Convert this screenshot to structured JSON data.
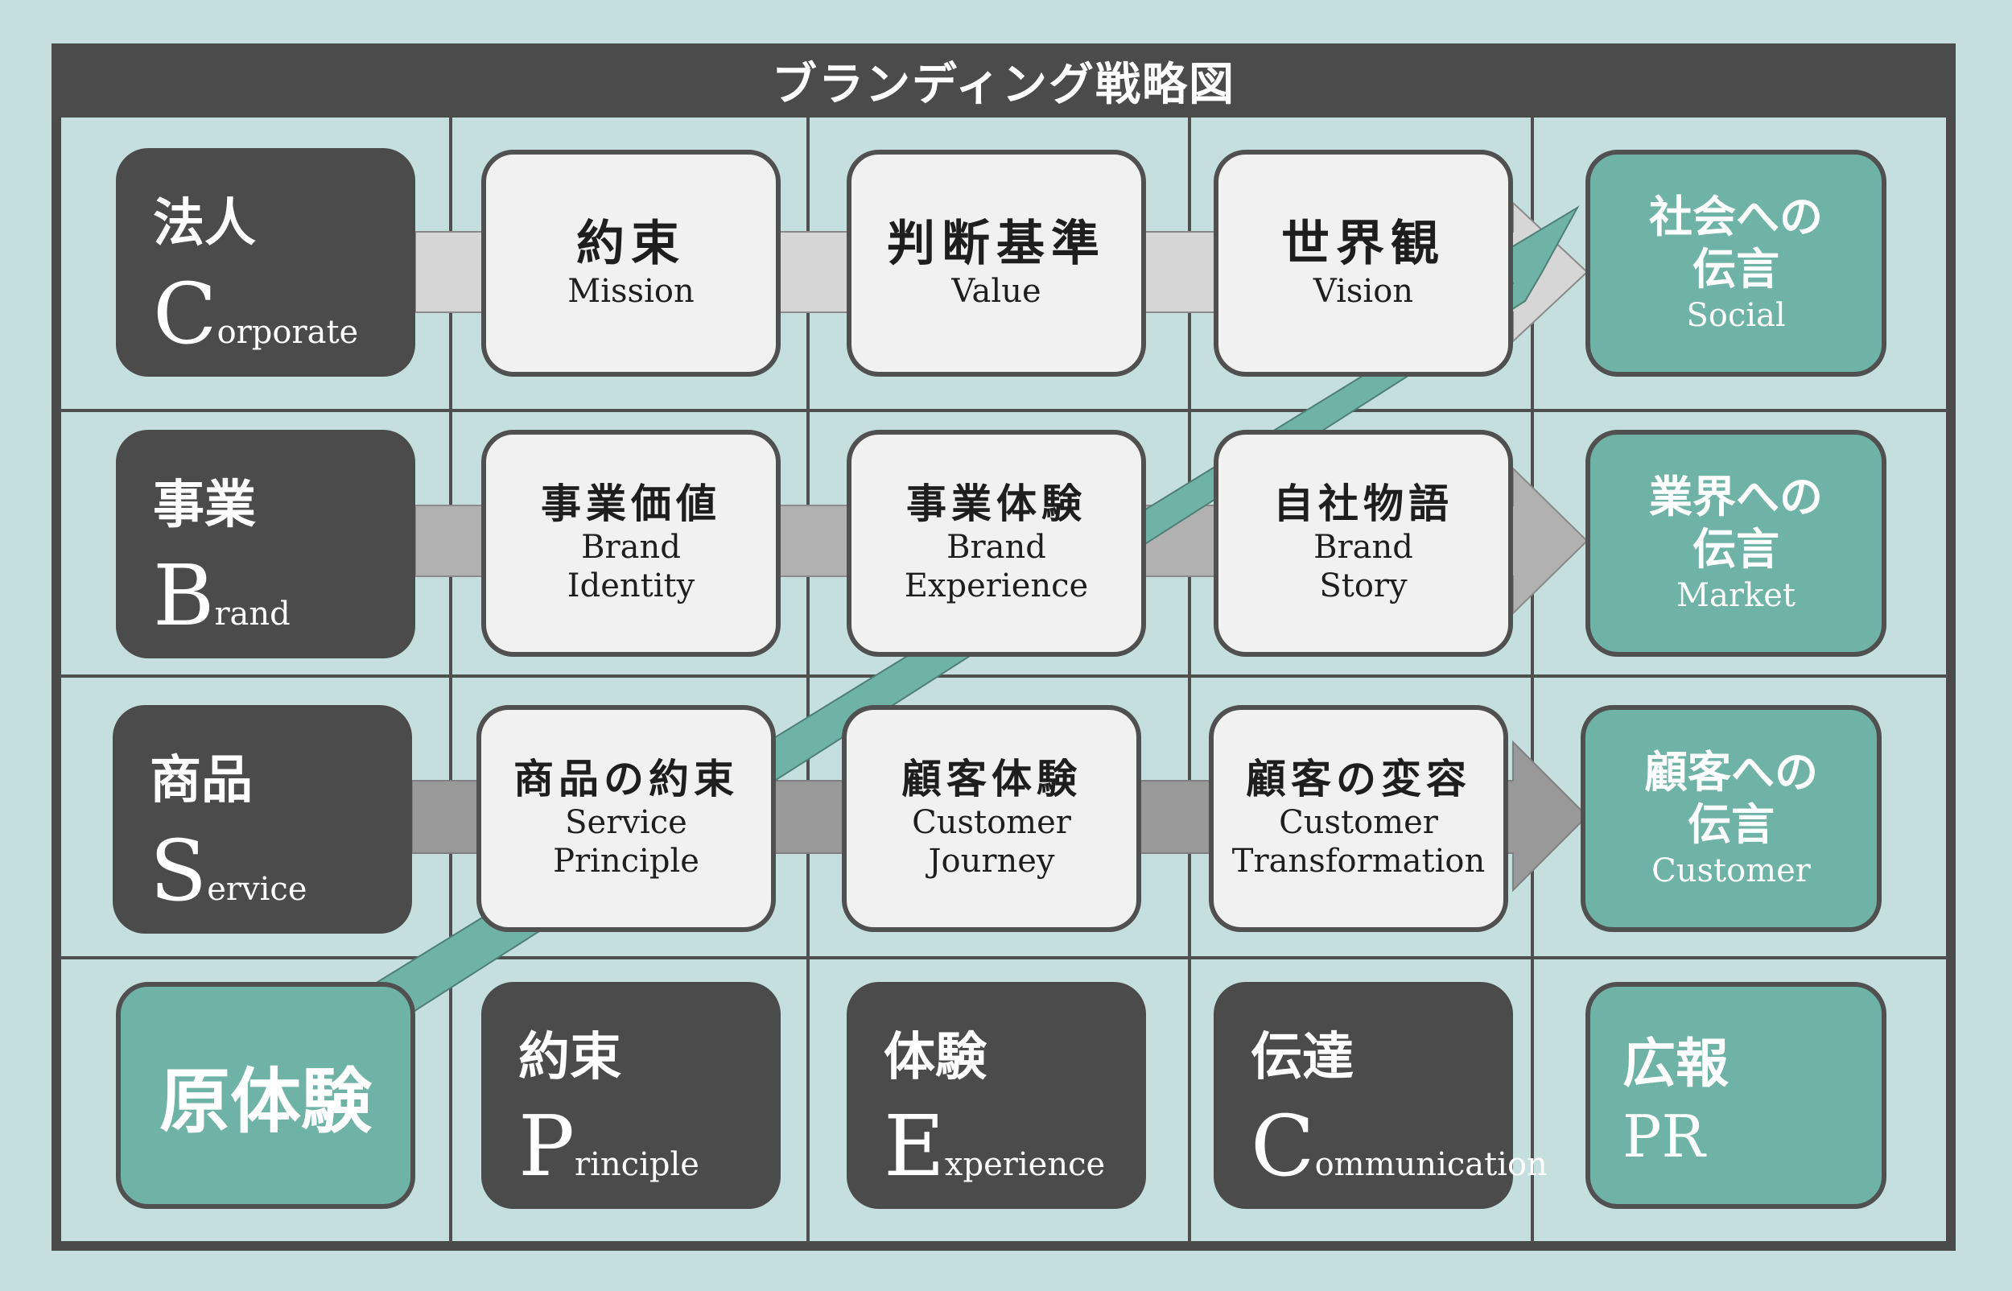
{
  "title": "ブランディング戦略図",
  "colors": {
    "dark": "#4b4b4b",
    "light": "#f1f1f1",
    "teal": "#6fb3a6",
    "background": "#c5dfdf"
  },
  "rows": [
    {
      "label_ja": "法人",
      "label_en_initial": "C",
      "label_en_rest": "orporate",
      "cells": [
        {
          "ja": "約束",
          "en": "Mission"
        },
        {
          "ja": "判断基準",
          "en": "Value"
        },
        {
          "ja": "世界観",
          "en": "Vision"
        }
      ],
      "message": {
        "ja1": "社会への",
        "ja2": "伝言",
        "en": "Social"
      }
    },
    {
      "label_ja": "事業",
      "label_en_initial": "B",
      "label_en_rest": "rand",
      "cells": [
        {
          "ja": "事業価値",
          "en1": "Brand",
          "en2": "Identity"
        },
        {
          "ja": "事業体験",
          "en1": "Brand",
          "en2": "Experience"
        },
        {
          "ja": "自社物語",
          "en1": "Brand",
          "en2": "Story"
        }
      ],
      "message": {
        "ja1": "業界への",
        "ja2": "伝言",
        "en": "Market"
      }
    },
    {
      "label_ja": "商品",
      "label_en_initial": "S",
      "label_en_rest": "ervice",
      "cells": [
        {
          "ja": "商品の約束",
          "en1": "Service",
          "en2": "Principle"
        },
        {
          "ja": "顧客体験",
          "en1": "Customer",
          "en2": "Journey"
        },
        {
          "ja": "顧客の変容",
          "en1": "Customer",
          "en2": "Transformation"
        }
      ],
      "message": {
        "ja1": "顧客への",
        "ja2": "伝言",
        "en": "Customer"
      }
    }
  ],
  "bottom": {
    "origin": "原体験",
    "cols": [
      {
        "ja": "約束",
        "initial": "P",
        "rest": "rinciple"
      },
      {
        "ja": "体験",
        "initial": "E",
        "rest": "xperience"
      },
      {
        "ja": "伝達",
        "initial": "C",
        "rest": "ommunication"
      }
    ],
    "pr": {
      "ja": "広報",
      "en": "PR"
    }
  }
}
